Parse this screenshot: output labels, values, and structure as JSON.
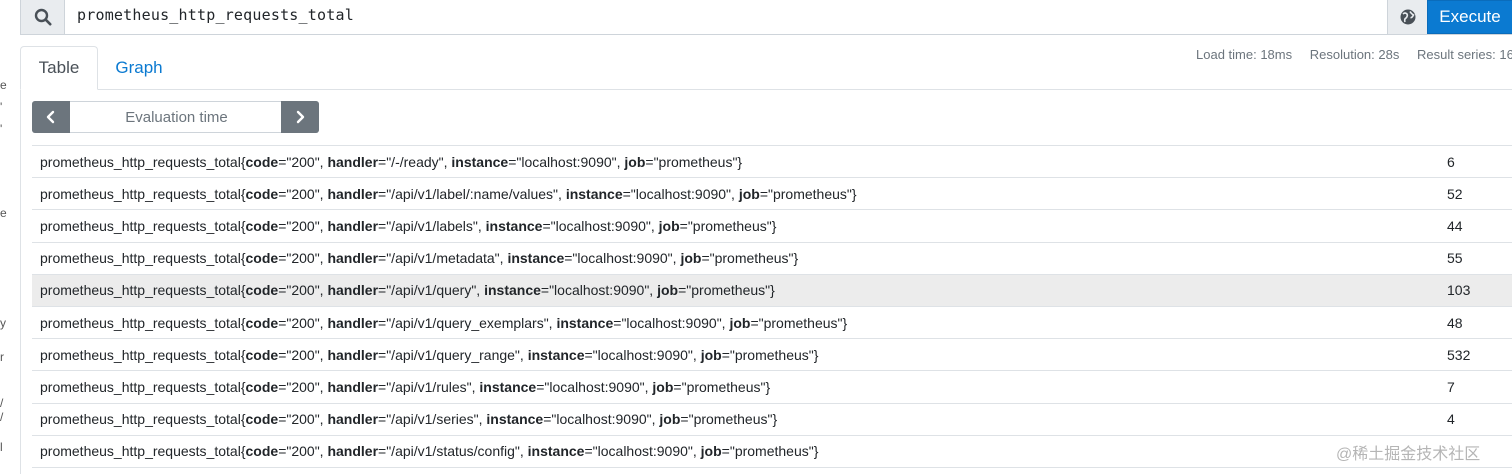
{
  "left_edge_glyphs": [
    "e",
    "'",
    "'",
    "e",
    "y",
    "r",
    "/",
    "/",
    "l"
  ],
  "query": {
    "value": "prometheus_http_requests_total"
  },
  "toolbar": {
    "execute_label": "Execute"
  },
  "tabs": [
    {
      "label": "Table",
      "active": true
    },
    {
      "label": "Graph",
      "active": false
    }
  ],
  "stats": {
    "load_time": "Load time: 18ms",
    "resolution": "Resolution: 28s",
    "result_series": "Result series: 16"
  },
  "eval": {
    "placeholder": "Evaluation time"
  },
  "colors": {
    "execute": "#0b7ad1",
    "eval_buttons": "#6c757d",
    "highlight_row": "#ececec"
  },
  "metric": "prometheus_http_requests_total",
  "rows": [
    {
      "code": "\"200\"",
      "handler": "\"/-/ready\"",
      "instance": "\"localhost:9090\"",
      "job": "\"prometheus\"",
      "value": "6"
    },
    {
      "code": "\"200\"",
      "handler": "\"/api/v1/label/:name/values\"",
      "instance": "\"localhost:9090\"",
      "job": "\"prometheus\"",
      "value": "52"
    },
    {
      "code": "\"200\"",
      "handler": "\"/api/v1/labels\"",
      "instance": "\"localhost:9090\"",
      "job": "\"prometheus\"",
      "value": "44"
    },
    {
      "code": "\"200\"",
      "handler": "\"/api/v1/metadata\"",
      "instance": "\"localhost:9090\"",
      "job": "\"prometheus\"",
      "value": "55"
    },
    {
      "code": "\"200\"",
      "handler": "\"/api/v1/query\"",
      "instance": "\"localhost:9090\"",
      "job": "\"prometheus\"",
      "value": "103",
      "highlight": true
    },
    {
      "code": "\"200\"",
      "handler": "\"/api/v1/query_exemplars\"",
      "instance": "\"localhost:9090\"",
      "job": "\"prometheus\"",
      "value": "48"
    },
    {
      "code": "\"200\"",
      "handler": "\"/api/v1/query_range\"",
      "instance": "\"localhost:9090\"",
      "job": "\"prometheus\"",
      "value": "532"
    },
    {
      "code": "\"200\"",
      "handler": "\"/api/v1/rules\"",
      "instance": "\"localhost:9090\"",
      "job": "\"prometheus\"",
      "value": "7"
    },
    {
      "code": "\"200\"",
      "handler": "\"/api/v1/series\"",
      "instance": "\"localhost:9090\"",
      "job": "\"prometheus\"",
      "value": "4"
    },
    {
      "code": "\"200\"",
      "handler": "\"/api/v1/status/config\"",
      "instance": "\"localhost:9090\"",
      "job": "\"prometheus\"",
      "value": ""
    }
  ],
  "watermark": "@稀土掘金技术社区"
}
